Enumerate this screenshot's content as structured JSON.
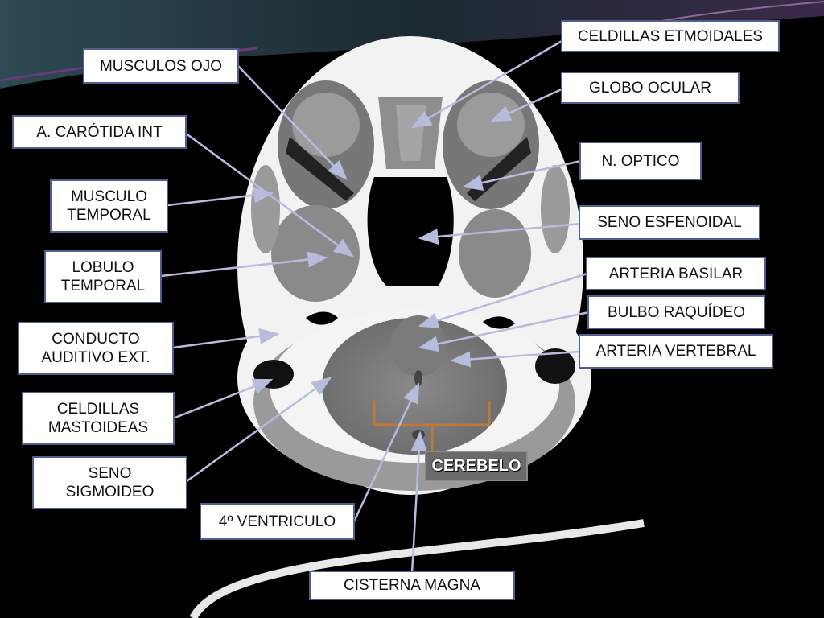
{
  "labels": {
    "celdillas_etmoidales": "CELDILLAS ETMOIDALES",
    "musculos_ojo": "MUSCULOS OJO",
    "globo_ocular": "GLOBO OCULAR",
    "carotida_int": "A. CARÓTIDA INT",
    "n_optico": "N. OPTICO",
    "musculo_temporal_1": "MUSCULO",
    "musculo_temporal_2": "TEMPORAL",
    "seno_esfenoidal": "SENO ESFENOIDAL",
    "lobulo_temporal_1": "LOBULO",
    "lobulo_temporal_2": "TEMPORAL",
    "arteria_basilar": "ARTERIA BASILAR",
    "bulbo_raquideo": "BULBO RAQUÍDEO",
    "conducto_auditivo_1": "CONDUCTO",
    "conducto_auditivo_2": "AUDITIVO EXT.",
    "arteria_vertebral": "ARTERIA VERTEBRAL",
    "celdillas_mastoideas_1": "CELDILLAS",
    "celdillas_mastoideas_2": "MASTOIDEAS",
    "seno_sigmoideo_1": "SENO",
    "seno_sigmoideo_2": "SIGMOIDEO",
    "cuarto_ventriculo": "4º VENTRICULO",
    "cisterna_magna": "CISTERNA MAGNA",
    "cerebelo": "CEREBELO"
  },
  "colors": {
    "label_border": "#4f5f92",
    "arrow": "#b8bcdc",
    "bracket": "#c0783a",
    "background": "#000000"
  }
}
